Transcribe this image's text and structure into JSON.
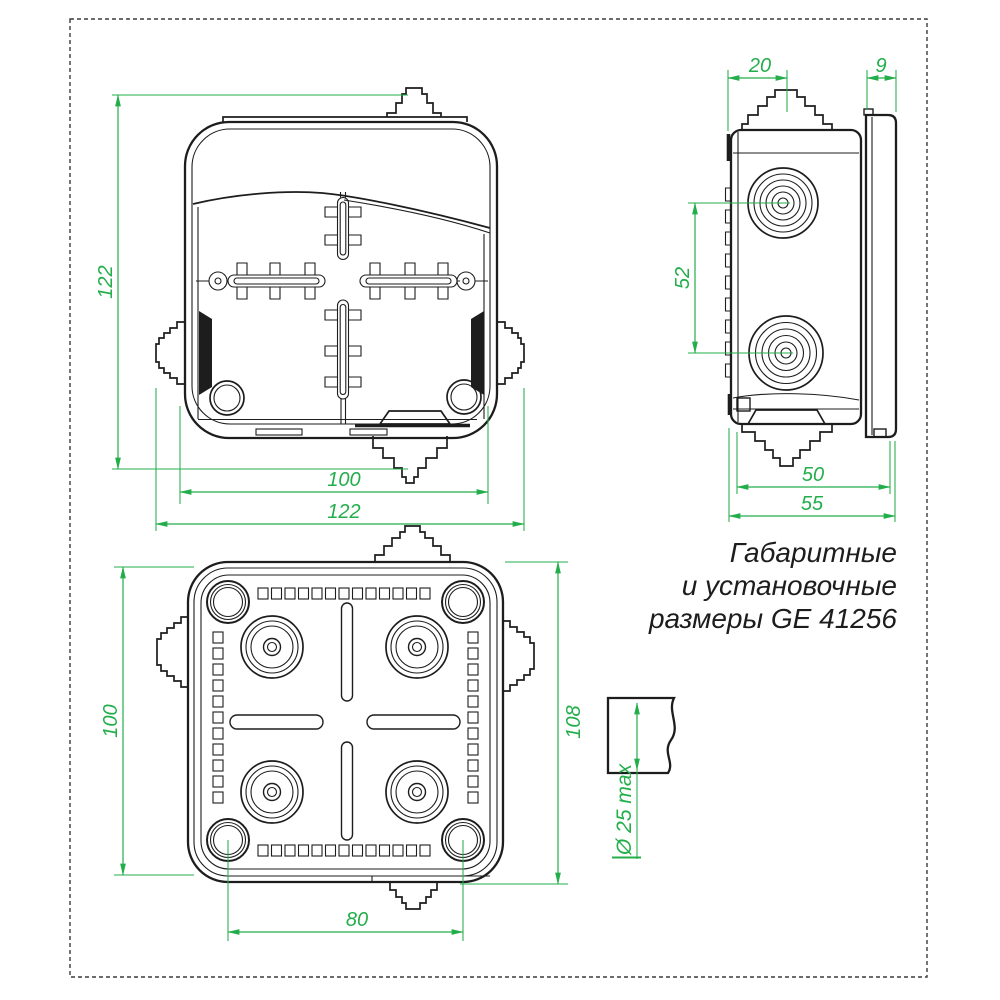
{
  "sheet": {
    "background": "#ffffff",
    "border_color": "#3c3c3c"
  },
  "colors": {
    "dimension_green": "#23ae4b",
    "drawing_black": "#1d1d1d"
  },
  "title": {
    "line1": "Габаритные",
    "line2": "и установочные",
    "line3": "размеры GE 41256"
  },
  "views": {
    "front": {
      "dim_height": "122",
      "dim_lid_width": "100",
      "dim_width": "122"
    },
    "side": {
      "dim_knockout_offset": "20",
      "dim_cover_depth": "9",
      "dim_knockout_spacing": "52",
      "dim_body_depth": "50",
      "dim_total_depth": "55"
    },
    "back": {
      "dim_body_height": "100",
      "dim_total_height": "108",
      "dim_mount_spacing": "80"
    },
    "detail": {
      "dim_max_diameter": "Ø 25 max"
    }
  }
}
